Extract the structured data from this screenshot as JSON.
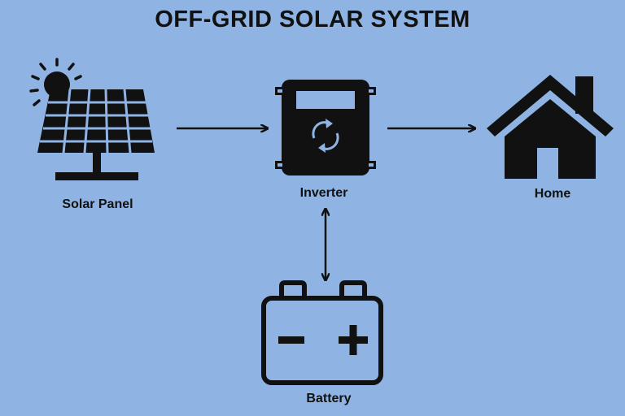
{
  "title": "OFF-GRID SOLAR SYSTEM",
  "nodes": {
    "solar_panel": "Solar Panel",
    "inverter": "Inverter",
    "home": "Home",
    "battery": "Battery"
  },
  "colors": {
    "background": "#8fb4e3",
    "foreground": "#111111"
  },
  "icons": [
    "sun-icon",
    "solar-panel-icon",
    "inverter-icon",
    "home-icon",
    "battery-icon"
  ]
}
